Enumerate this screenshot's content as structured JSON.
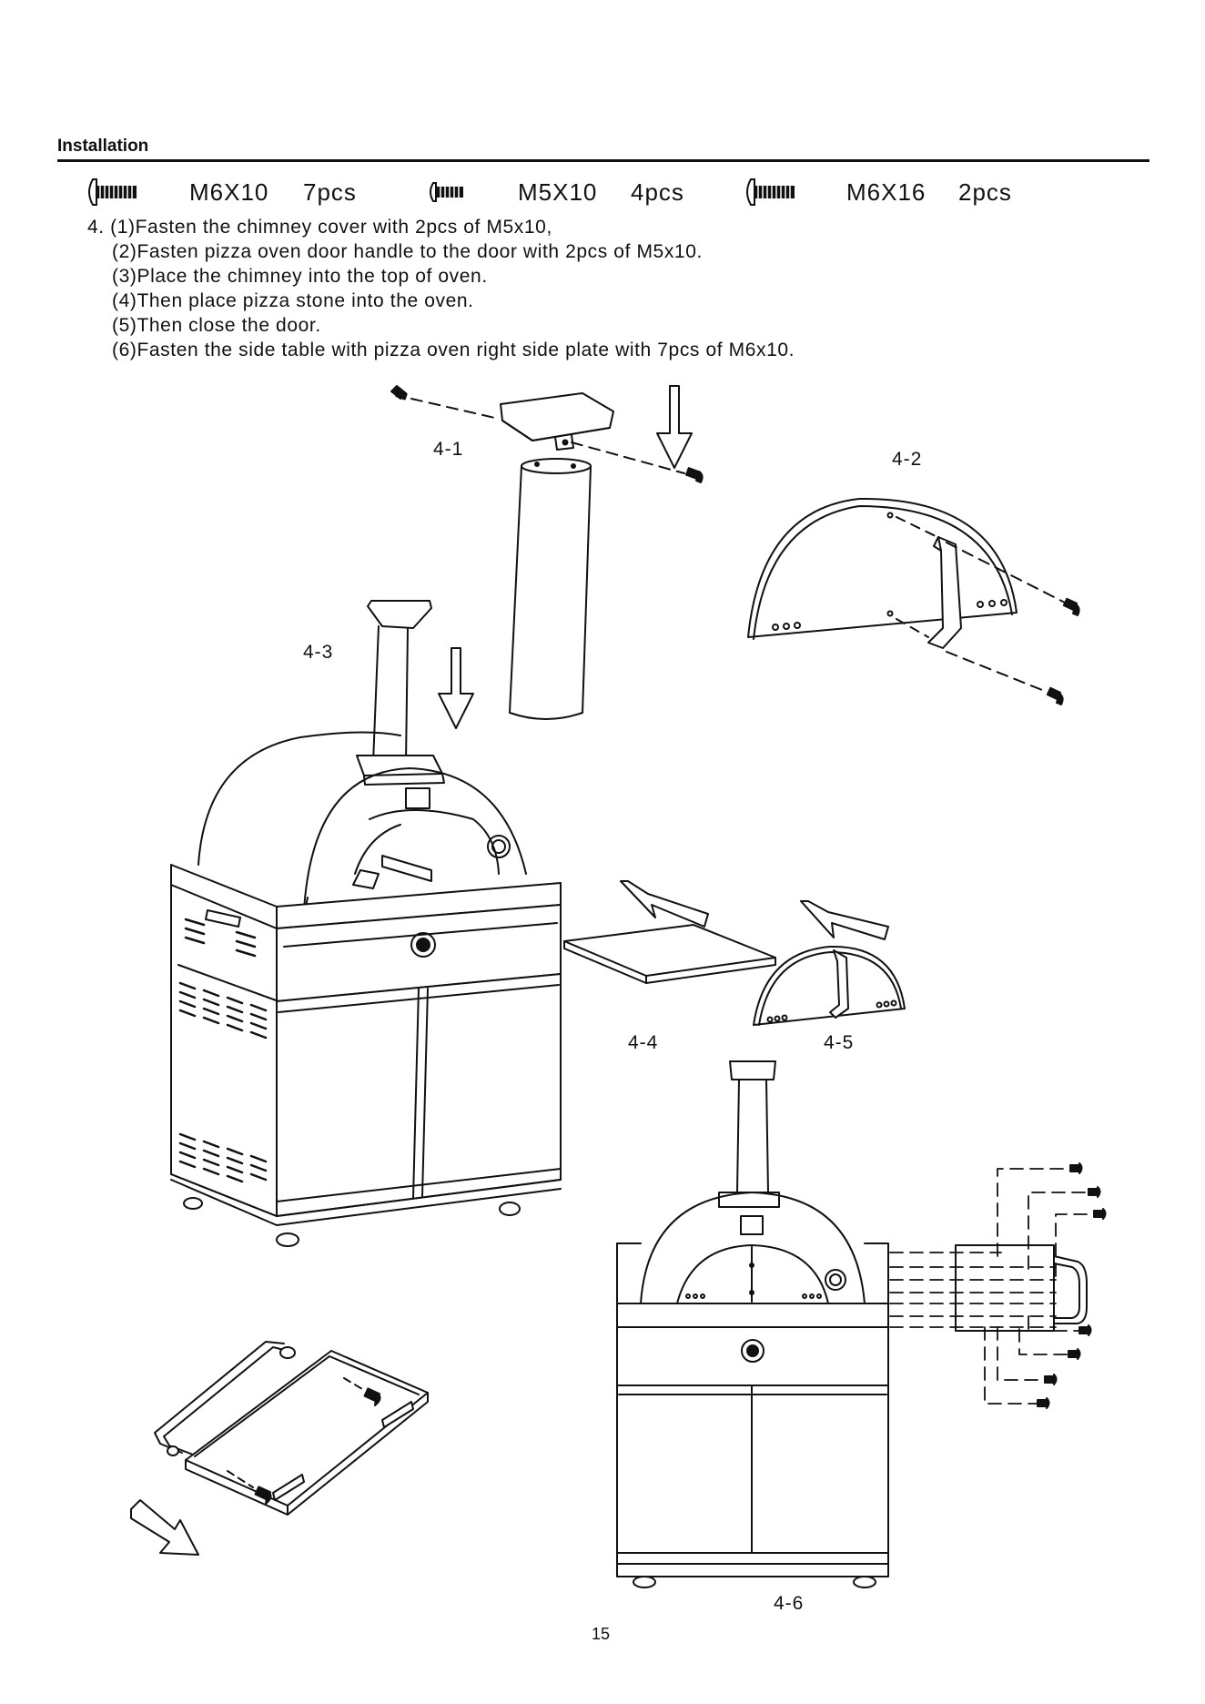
{
  "section_title": "Installation",
  "parts": [
    {
      "icon": "screw-m6x10-icon",
      "spec": "M6X10",
      "qty": "7pcs"
    },
    {
      "icon": "screw-m5x10-icon",
      "spec": "M5X10",
      "qty": "4pcs"
    },
    {
      "icon": "screw-m6x16-icon",
      "spec": "M6X16",
      "qty": "2pcs"
    }
  ],
  "step_number": "4.",
  "steps": [
    "(1)Fasten the chimney cover with 2pcs of M5x10,",
    "(2)Fasten pizza oven door handle to the door with 2pcs of M5x10.",
    "(3)Place the chimney into the top of oven.",
    "(4)Then place pizza stone into the oven.",
    "(5)Then close the door.",
    "(6)Fasten the side table with pizza oven right side plate with 7pcs of M6x10."
  ],
  "figure_labels": {
    "f41": "4-1",
    "f42": "4-2",
    "f43": "4-3",
    "f44": "4-4",
    "f45": "4-5",
    "f46": "4-6"
  },
  "page_number": "15"
}
